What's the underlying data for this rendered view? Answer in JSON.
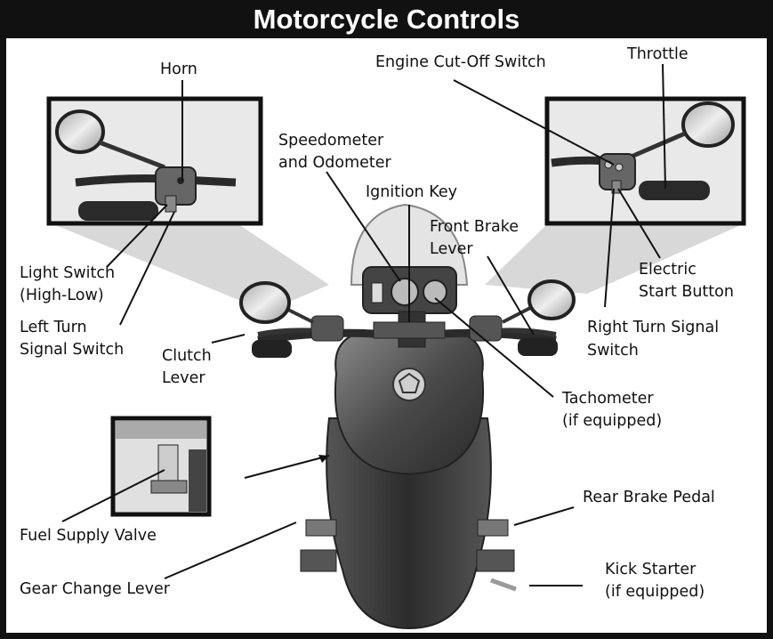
{
  "title": "Motorcycle Controls",
  "labels": {
    "horn": "Horn",
    "engine_cutoff": "Engine Cut-Off Switch",
    "throttle": "Throttle",
    "speedometer_line1": "Speedometer",
    "speedometer_line2": "and Odometer",
    "ignition_key": "Ignition Key",
    "front_brake_line1": "Front Brake",
    "front_brake_line2": "Lever",
    "electric_start_line1": "Electric",
    "electric_start_line2": "Start Button",
    "light_switch_line1": "Light Switch",
    "light_switch_line2": "(High-Low)",
    "left_turn_line1": "Left Turn",
    "left_turn_line2": "Signal Switch",
    "clutch_line1": "Clutch",
    "clutch_line2": "Lever",
    "right_turn_line1": "Right Turn Signal",
    "right_turn_line2": "Switch",
    "tachometer_line1": "Tachometer",
    "tachometer_line2": "(if equipped)",
    "fuel_valve": "Fuel Supply Valve",
    "rear_brake": "Rear Brake Pedal",
    "gear_change": "Gear Change Lever",
    "kick_starter_line1": "Kick Starter",
    "kick_starter_line2": "(if equipped)"
  },
  "colors": {
    "frame": "#111111",
    "body_dark": "#3a3a3a",
    "body_mid": "#6b6b6b",
    "light_gray": "#c8c8c8",
    "windshield": "#dcdcdc"
  }
}
